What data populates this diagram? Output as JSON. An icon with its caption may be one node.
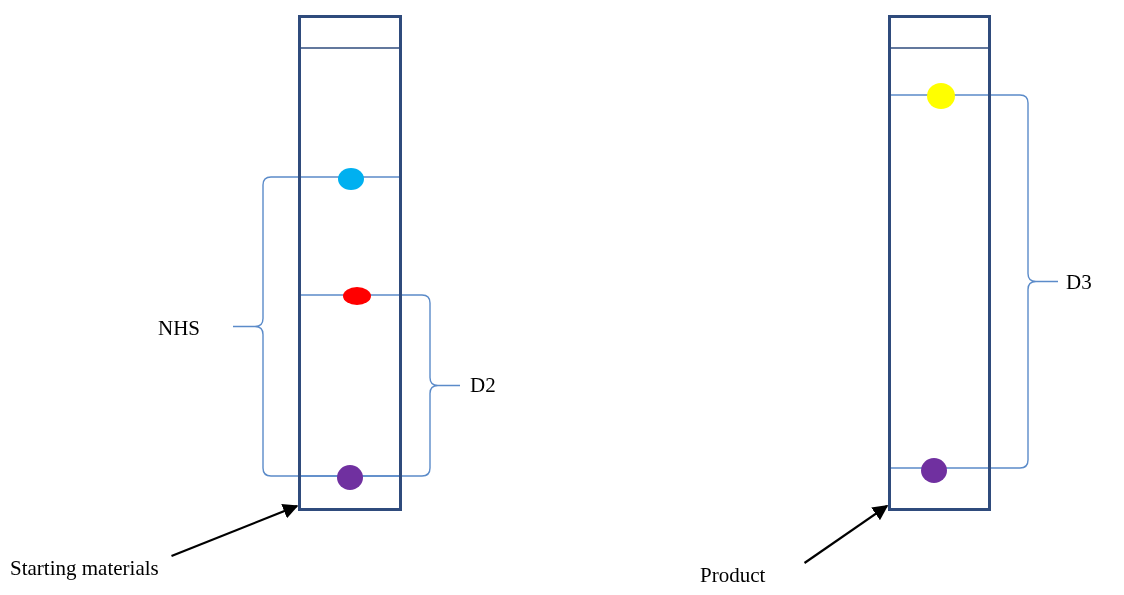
{
  "diagram": {
    "nodes": [
      {
        "text": [],
        "shape": "box"
      },
      {
        "text": [],
        "shape": "circle",
        "in": 0
      },
      {
        "text": [],
        "shape": "circle",
        "in": 0
      },
      {
        "text": [],
        "shape": "circle",
        "in": 0
      },
      {
        "text": [
          "Starting materials"
        ]
      },
      {
        "text": [],
        "shape": "box"
      },
      {
        "text": [],
        "shape": "circle",
        "in": 5
      },
      {
        "text": [],
        "shape": "circle",
        "in": 5
      },
      {
        "text": [
          "Product"
        ]
      }
    ],
    "edges": [
      {
        "from": 4,
        "to": 0,
        "arrow": "to"
      },
      {
        "from": 8,
        "to": 5,
        "arrow": "to"
      }
    ],
    "labels": [
      "NHS",
      "D2",
      "D3"
    ]
  }
}
